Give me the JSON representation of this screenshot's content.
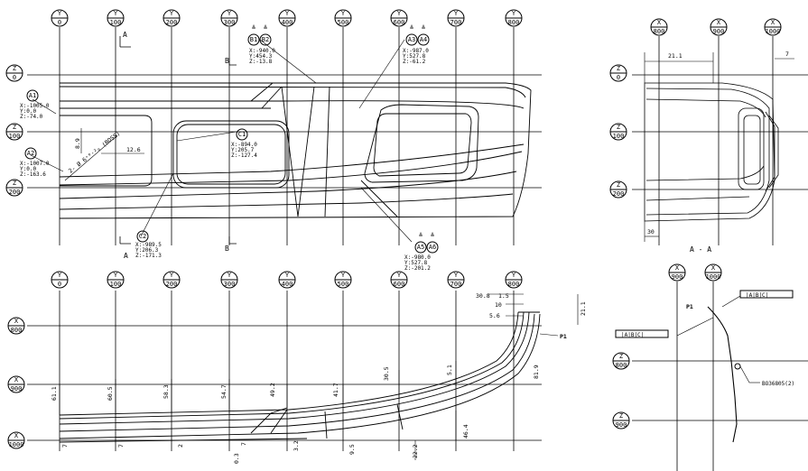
{
  "bubbles": {
    "y_top": [
      "0",
      "100",
      "200",
      "300",
      "400",
      "500",
      "600",
      "700",
      "800"
    ],
    "y_bottom": [
      "0",
      "100",
      "200",
      "300",
      "400",
      "500",
      "600",
      "700",
      "800"
    ],
    "z_left": [
      "0",
      "100",
      "200"
    ],
    "z_bottom_left": [
      "800",
      "900",
      "1000"
    ],
    "x_section": [
      "800",
      "900",
      "1000"
    ],
    "z_section": [
      "0",
      "100",
      "200"
    ],
    "x_detail": [
      "900",
      "1000"
    ],
    "z_detail": [
      "800",
      "900"
    ]
  },
  "points": {
    "a1": {
      "id": "A1",
      "lines": [
        "X:-1005.0",
        "Y:0.0",
        "Z:-74.0"
      ]
    },
    "a2": {
      "id": "A2",
      "lines": [
        "X:-1007.0",
        "Y:0.0",
        "Z:-163.6"
      ]
    },
    "b1b2": {
      "ids": [
        "B1",
        "B2"
      ],
      "lines": [
        "X:-940.0",
        "Y:454.3",
        "Z:-13.8"
      ]
    },
    "a3a4": {
      "ids": [
        "A3",
        "A4"
      ],
      "lines": [
        "X:-987.0",
        "Y:527.8",
        "Z:-61.2"
      ]
    },
    "c1": {
      "id": "C1",
      "lines": [
        "X:-894.0",
        "Y:205.7",
        "Z:-127.4"
      ]
    },
    "c2": {
      "id": "C2",
      "lines": [
        "X:-989.5",
        "Y:206.3",
        "Z:-171.3"
      ]
    },
    "a5a6": {
      "ids": [
        "A5",
        "A6"
      ],
      "lines": [
        "X:-980.0",
        "Y:527.8",
        "Z:-201.2"
      ]
    }
  },
  "labels": {
    "cut_a": "A",
    "cut_b": "B",
    "section": "A - A",
    "dim_8_9": "8.9",
    "dim_12_6": "12.6",
    "hole_note": "2- Ø 6⁺⁰·²₀ (BOSS)",
    "dim_21_1": "21.1",
    "dim_7": "7",
    "dim_30": "30"
  },
  "bottom_dims": {
    "d30_8": "30.8",
    "d1_5": "1.5",
    "d10": "10",
    "d5_6": "5.6",
    "d21_1": "21.1",
    "p1": "P1",
    "d81_9": "81.9",
    "d61_1": "61.1",
    "d60_5": "60.5",
    "d58_3": "58.3",
    "d54_7": "54.7",
    "d49_2": "49.2",
    "d41_7": "41.7",
    "d30_5": "30.5",
    "d5_1": "5.1",
    "d46_4": "46.4",
    "d22_2": "22.2",
    "d9_5": "9.5",
    "d3_2": "3.2",
    "d0_3": "0.3",
    "d7a": "7",
    "d7b": "7",
    "d7c": "7",
    "d2": "2"
  },
  "detail": {
    "p1": "P1",
    "frame_top": "|A|B|C|",
    "frame_left": "|A|B|C|",
    "note": "BO36805(2)"
  }
}
